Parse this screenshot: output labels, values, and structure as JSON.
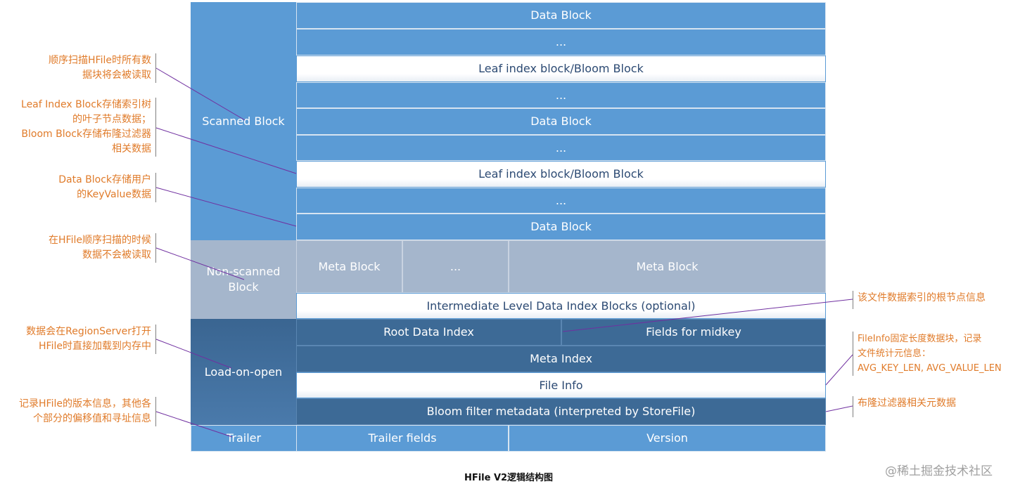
{
  "diagram": {
    "caption": "HFile V2逻辑结构图",
    "watermark": "@稀土掘金技术社区",
    "sections": {
      "scanned": "Scanned Block",
      "non_scanned": "Non-scanned Block",
      "load_on_open": "Load-on-open",
      "trailer": "Trailer"
    },
    "rows": {
      "data_block": "Data Block",
      "ellipsis": "...",
      "leaf_index": "Leaf index block/Bloom Block",
      "meta_block": "Meta Block",
      "intermediate_index": "Intermediate Level Data Index Blocks (optional)",
      "root_data_index": "Root Data Index",
      "fields_for_midkey": "Fields for midkey",
      "meta_index": "Meta Index",
      "file_info": "File Info",
      "bloom_filter_metadata": "Bloom filter metadata (interpreted by StoreFile)",
      "trailer_fields": "Trailer fields",
      "version": "Version"
    },
    "annotations_left": [
      {
        "lines": [
          "顺序扫描HFile时所有数",
          "据块将会被读取"
        ]
      },
      {
        "lines": [
          "Leaf Index Block存储索引树",
          "的叶子节点数据；",
          "Bloom Block存储布隆过滤器",
          "相关数据"
        ]
      },
      {
        "lines": [
          "Data Block存储用户",
          "的KeyValue数据"
        ]
      },
      {
        "lines": [
          "在HFile顺序扫描的时候",
          "数据不会被读取"
        ]
      },
      {
        "lines": [
          "数据会在RegionServer打开",
          "HFile时直接加载到内存中"
        ]
      },
      {
        "lines": [
          "记录HFile的版本信息，其他各",
          "个部分的偏移值和寻址信息"
        ]
      }
    ],
    "annotations_right": [
      {
        "lines": [
          "该文件数据索引的根节点信息"
        ]
      },
      {
        "lines": [
          "FileInfo固定长度数据块，记录",
          "文件统计元信息：",
          "AVG_KEY_LEN, AVG_VALUE_LEN"
        ]
      },
      {
        "lines": [
          "布隆过滤器相关元数据"
        ]
      }
    ],
    "colors": {
      "scanned": "#5b9bd5",
      "non_scanned": "#a5b6cc",
      "load_on_open": "#3d6a96",
      "annotation_text": "#e07b2a",
      "leader_line": "#7030a0"
    }
  }
}
